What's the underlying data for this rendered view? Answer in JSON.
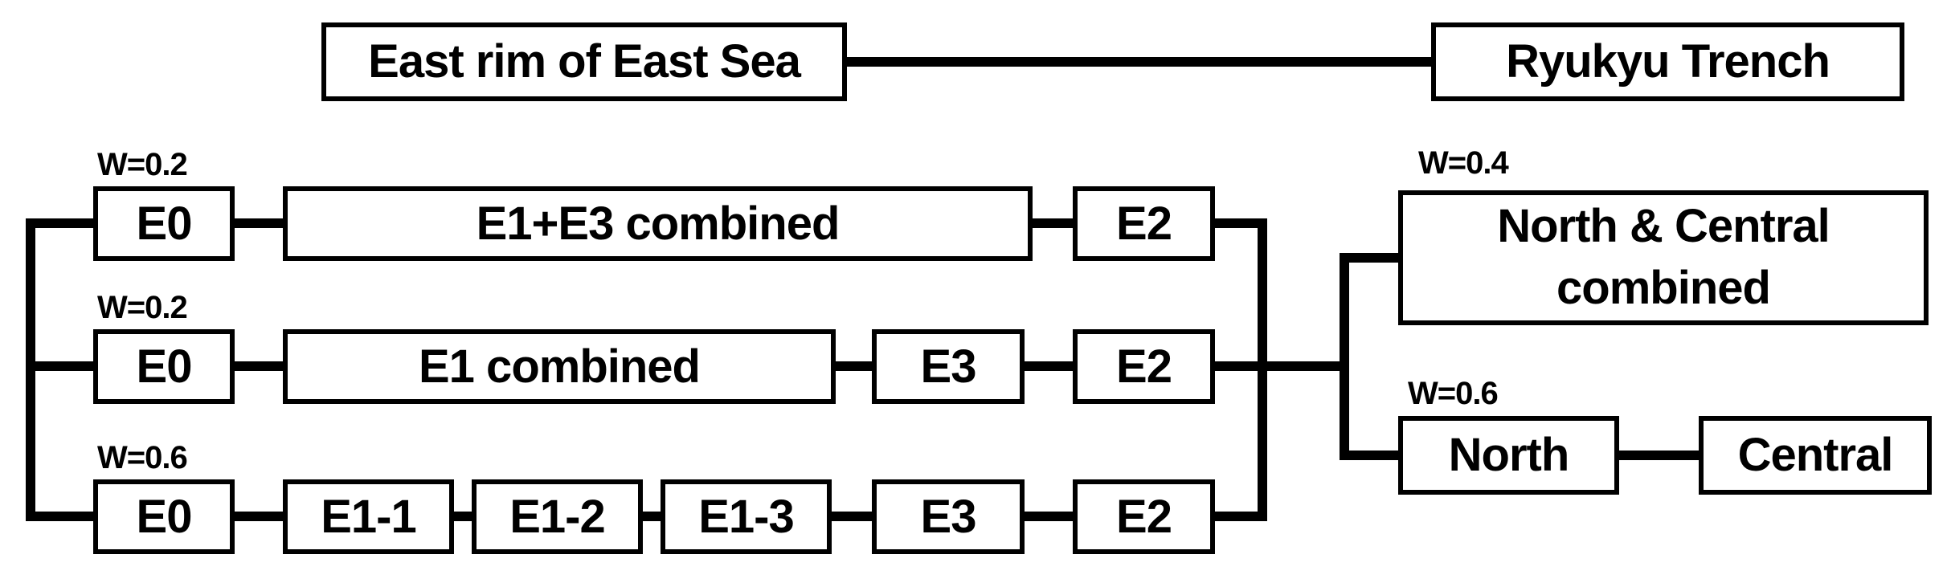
{
  "figure": {
    "top_link": {
      "left_box": "East rim of East Sea",
      "right_box": "Ryukyu Trench"
    },
    "east_rim_tree": {
      "branches": [
        {
          "weight": "W=0.2",
          "nodes": [
            "E0",
            "E1+E3 combined",
            "E2"
          ]
        },
        {
          "weight": "W=0.2",
          "nodes": [
            "E0",
            "E1 combined",
            "E3",
            "E2"
          ]
        },
        {
          "weight": "W=0.6",
          "nodes": [
            "E0",
            "E1-1",
            "E1-2",
            "E1-3",
            "E3",
            "E2"
          ]
        }
      ]
    },
    "ryukyu_tree": {
      "branches": [
        {
          "weight": "W=0.4",
          "nodes": [
            "North & Central combined"
          ]
        },
        {
          "weight": "W=0.6",
          "nodes": [
            "North",
            "Central"
          ]
        }
      ]
    },
    "colors": {
      "line": "#000000",
      "box_border": "#000000",
      "box_fill": "#ffffff",
      "background": "#ffffff",
      "text": "#000000"
    }
  }
}
